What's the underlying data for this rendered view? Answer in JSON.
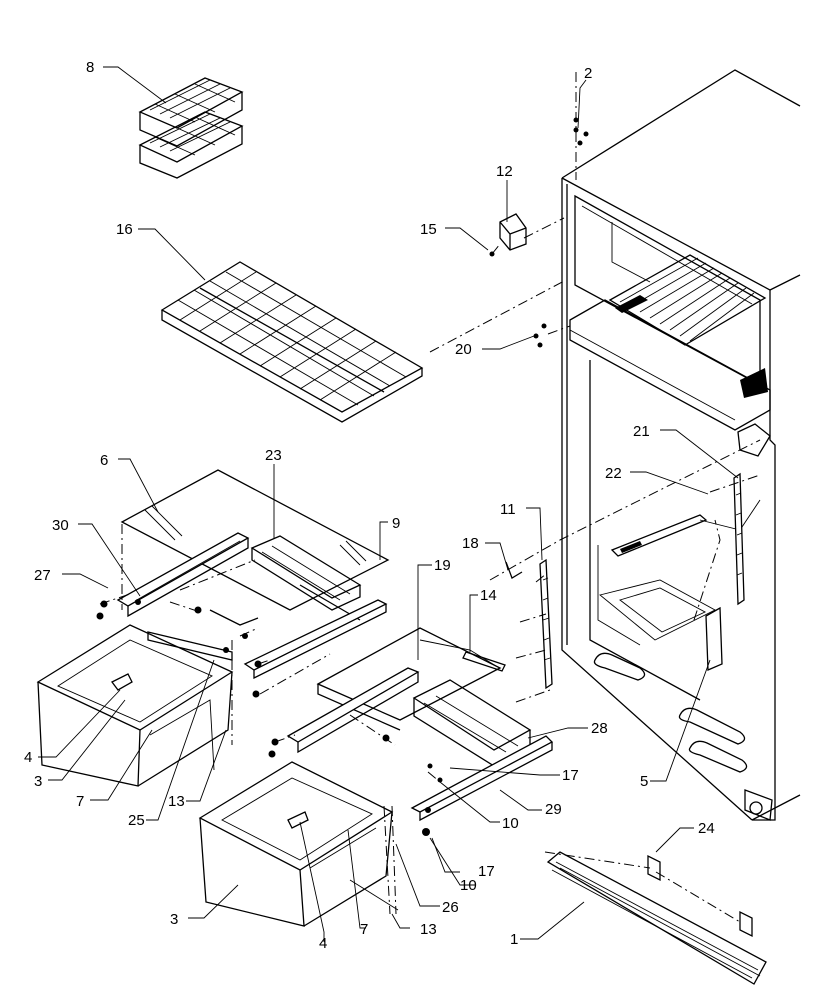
{
  "diagram": {
    "callouts": [
      "1",
      "2",
      "3",
      "3",
      "4",
      "4",
      "5",
      "6",
      "7",
      "7",
      "8",
      "9",
      "10",
      "10",
      "11",
      "12",
      "13",
      "13",
      "14",
      "15",
      "16",
      "17",
      "17",
      "18",
      "19",
      "20",
      "21",
      "22",
      "23",
      "24",
      "25",
      "26",
      "27",
      "28",
      "29",
      "30"
    ]
  }
}
